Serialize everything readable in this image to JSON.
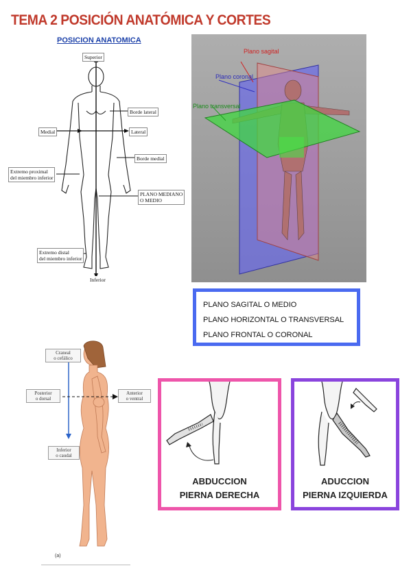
{
  "title": "TEMA 2 POSICIÓN ANATÓMICA Y CORTES",
  "figure1": {
    "title": "POSICION ANATOMICA",
    "labels": {
      "superior": "Superior",
      "borde_lateral": "Borde lateral",
      "medial": "Medial",
      "lateral": "Lateral",
      "borde_medial": "Borde medial",
      "extremo_proximal_1": "Extremo proximal",
      "extremo_proximal_2": "del miembro inferior",
      "plano_mediano_1": "PLANO MEDIANO",
      "plano_mediano_2": "O MEDIO",
      "extremo_distal_1": "Extremo distal",
      "extremo_distal_2": "del miembro inferior",
      "inferior": "Inferior"
    }
  },
  "figure2": {
    "plano_sagital": "Plano sagital",
    "plano_coronal": "Plano coronal",
    "plano_transversal": "Plano transversal"
  },
  "legend": {
    "items": [
      "PLANO SAGITAL O MEDIO",
      "PLANO HORIZONTAL O TRANSVERSAL",
      "PLANO FRONTAL O CORONAL"
    ]
  },
  "figure3": {
    "craneal_1": "Craneal",
    "craneal_2": "o cefálico",
    "posterior_1": "Posterior",
    "posterior_2": "o dorsal",
    "anterior_1": "Anterior",
    "anterior_2": "o ventral",
    "inferior_1": "Inferior",
    "inferior_2": "o caudal",
    "caption": "(a)"
  },
  "abduccion_derecha": {
    "line1": "ABDUCCION",
    "line2": "PIERNA DERECHA",
    "border_color": "#ee55aa"
  },
  "abduccion_izquierda": {
    "line1": "ADUCCION",
    "line2": "PIERNA IZQUIERDA",
    "border_color": "#8a44dd"
  },
  "colors": {
    "title": "#c0392b",
    "legend_border": "#4a6af0"
  }
}
